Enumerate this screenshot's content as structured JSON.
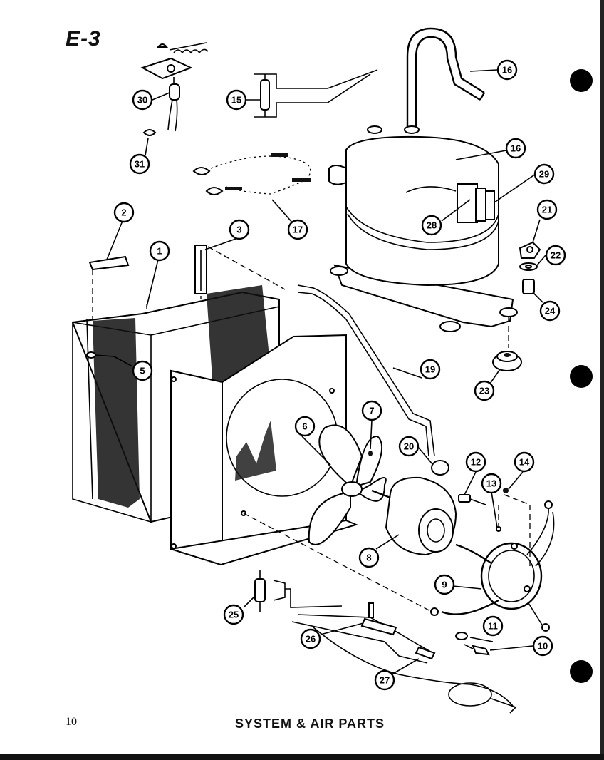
{
  "header": {
    "page_code": "E-3"
  },
  "footer": {
    "page_number": "10",
    "caption": "SYSTEM & AIR PARTS"
  },
  "callouts": {
    "c1": "1",
    "c2": "2",
    "c3": "3",
    "c5": "5",
    "c6": "6",
    "c7": "7",
    "c8": "8",
    "c9": "9",
    "c10": "10",
    "c11": "11",
    "c12": "12",
    "c13": "13",
    "c14": "14",
    "c15": "15",
    "c16": "16",
    "c17": "17",
    "c19": "19",
    "c20": "20",
    "c21": "21",
    "c22": "22",
    "c23": "23",
    "c24": "24",
    "c25": "25",
    "c26": "26",
    "c27": "27",
    "c28": "28",
    "c29": "29",
    "c30": "30",
    "c31": "31",
    "c16b": "16"
  }
}
